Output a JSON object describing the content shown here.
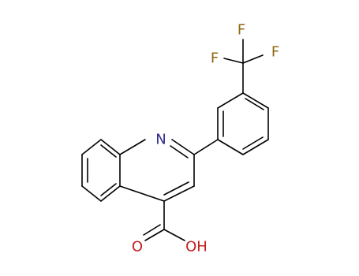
{
  "structure": {
    "atoms": {
      "nitrogen": {
        "symbol": "N",
        "color": "#2d2d8c"
      },
      "fluorine_top": {
        "symbol": "F",
        "color": "#8c6a14"
      },
      "fluorine_left": {
        "symbol": "F",
        "color": "#8c6a14"
      },
      "fluorine_right": {
        "symbol": "F",
        "color": "#8c6a14"
      },
      "oxygen_carbonyl": {
        "symbol": "O",
        "color": "#c41e1e"
      },
      "hydroxyl": {
        "symbol": "OH",
        "color": "#c41e1e"
      }
    },
    "bond_color": "#000000"
  }
}
